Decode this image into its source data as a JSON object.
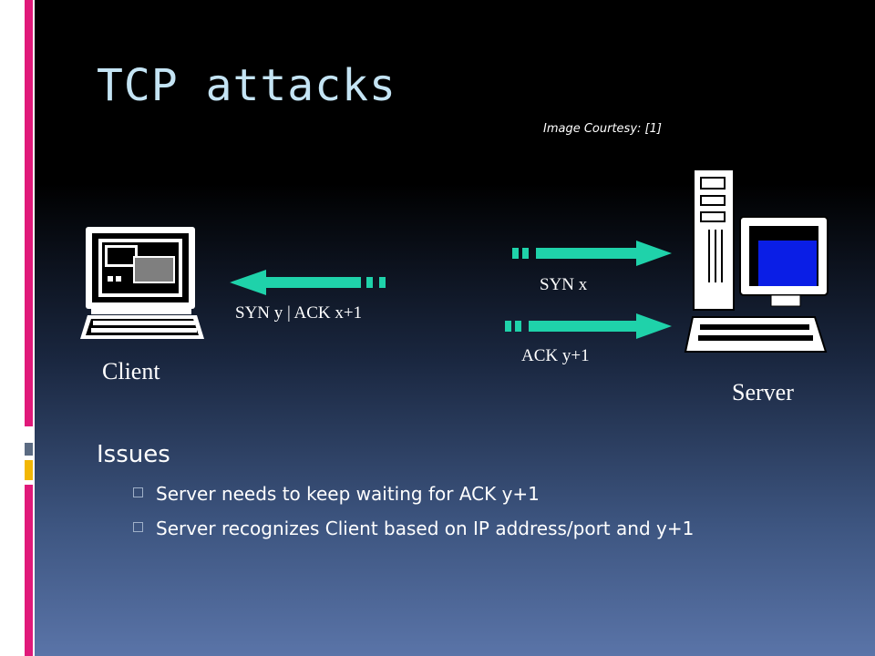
{
  "slide": {
    "title": "TCP attacks",
    "courtesy": "Image Courtesy: [1]"
  },
  "diagram": {
    "client_label": "Client",
    "server_label": "Server",
    "arrows": [
      {
        "label": "SYN x"
      },
      {
        "label": "SYN y | ACK x+1"
      },
      {
        "label": "ACK y+1"
      }
    ]
  },
  "issues": {
    "heading": "Issues",
    "items": [
      "Server needs to keep waiting for ACK y+1",
      "Server recognizes Client based on IP address/port and y+1"
    ]
  },
  "colors": {
    "title": "#c4e4f4",
    "arrow": "#1fd2aa",
    "accent_pink": "#e0197a",
    "accent_slate": "#5b6b82",
    "accent_gold": "#f2b705",
    "monitor_screen": "#0a1ee6"
  }
}
